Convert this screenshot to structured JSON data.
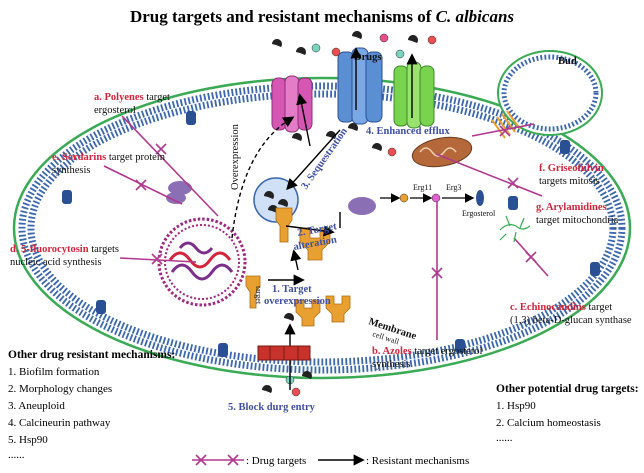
{
  "title_main": "Drug targets and resistant mechanisms of",
  "title_italic": "C. albicans",
  "drugs": {
    "polyenes": {
      "prefix": "a. Polyenes",
      "rest": " target",
      "line2": "ergosterol"
    },
    "sordarins": {
      "prefix": "e. Sordarins",
      "rest": " target protein",
      "line2": "synthesis"
    },
    "fluorocytosin": {
      "prefix": "d. 5-fluorocytosin",
      "rest": " targets",
      "line2": "nucleic acid synthesis"
    },
    "griseofulvin": {
      "prefix": "f. Griseofulvin",
      "line2": "targets mitosis"
    },
    "arylamidines": {
      "prefix": "g. Arylamidines",
      "line2": "target mitochondria"
    },
    "echinocandins": {
      "prefix": "c. Echinocandins",
      "rest": " target",
      "line2": "(1,3) beta-D-glucan synthase"
    },
    "azoles": {
      "prefix": "b. Azoles",
      "rest": " target ergosterol",
      "line2": "synthesis"
    }
  },
  "mechanisms": {
    "efflux": "4. Enhanced efflux",
    "sequestration": "3. Sequestration",
    "alteration_1": "2. Target",
    "alteration_2": "alteration",
    "overexp_1": "1. Target",
    "overexp_2": "overexpression",
    "block": "5. Block durg entry"
  },
  "cell_labels": {
    "drugs": "Drugs",
    "bud": "Bud",
    "overexpression": "Overexpression",
    "erg11": "Erg11",
    "erg3": "Erg3",
    "ergosterol": "Ergosterol",
    "membrane": "Membrane",
    "cell_wall": "cell wall",
    "target": "target"
  },
  "other_resistant": {
    "heading": "Other drug resistant mechanisms:",
    "items": [
      "1. Biofilm formation",
      "2. Morphology changes",
      "3. Aneuploid",
      "4. Calcineurin pathway",
      "5. Hsp90",
      "......"
    ]
  },
  "other_targets": {
    "heading": "Other potential drug targets:",
    "items": [
      "1. Hsp90",
      "2. Calcium homeostasis",
      "......"
    ]
  },
  "legend": {
    "drug_targets": ": Drug targets",
    "resistant": ": Resistant mechanisms"
  },
  "colors": {
    "drug_red": "#d2253c",
    "mechanism_blue": "#3e4fa5",
    "membrane_blue": "#3b67ad",
    "cell_green": "#3aaa55",
    "pin_purple": "#b0388e",
    "pump_pink": "#d657b3",
    "pump_blue": "#5b8fd4",
    "pump_green": "#7ad34f",
    "target_orange": "#e8a030"
  }
}
